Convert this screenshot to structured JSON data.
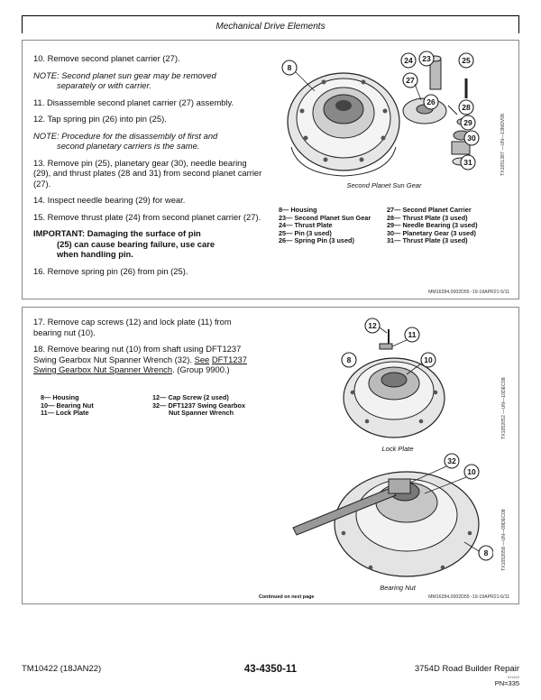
{
  "header": {
    "title": "Mechanical Drive Elements"
  },
  "section1": {
    "steps": [
      "10. Remove second planet carrier (27).",
      "11. Disassemble second planet carrier (27) assembly.",
      "12. Tap spring pin (26) into pin (25).",
      "13. Remove pin (25), planetary gear (30), needle bearing (29), and thrust plates (28 and 31) from second planet carrier (27).",
      "14. Inspect needle bearing (29) for wear.",
      "15. Remove thrust plate (24) from second planet carrier (27).",
      "16. Remove spring pin (26) from pin (25)."
    ],
    "note1": {
      "first": "NOTE: Second planet sun gear may be removed",
      "rest": "separately or with carrier."
    },
    "note2": {
      "first": "NOTE: Procedure for the disassembly of first and",
      "rest": "second planetary carriers is the same."
    },
    "important": {
      "label": "IMPORTANT:",
      "first": "Damaging the surface of pin",
      "rest1": "(25) can cause bearing failure, use care",
      "rest2": "when handling pin."
    },
    "figure_caption": "Second Planet Sun Gear",
    "figure_ref": "TX1051387 —UN—13NOV08",
    "callouts": [
      "8",
      "24",
      "23",
      "25",
      "27",
      "26",
      "28",
      "29",
      "30",
      "31"
    ],
    "legend_left": [
      "8— Housing",
      "23— Second Planet Sun Gear",
      "24— Thrust Plate",
      "25— Pin (3 used)",
      "26— Spring Pin (3 used)"
    ],
    "legend_right": [
      "27— Second Planet Carrier",
      "28— Thrust Plate (3 used)",
      "29— Needle Bearing (3 used)",
      "30— Planetary Gear (3 used)",
      "31— Thrust Plate (3 used)"
    ],
    "doc_ref": "MM16284,0002D55 -19-19APR21-5/11"
  },
  "section2": {
    "step17": "17. Remove cap screws (12) and lock plate (11) from bearing nut (10).",
    "step18_a": "18. Remove bearing nut (10) from shaft using DFT1237 Swing Gearbox Nut Spanner Wrench (32). ",
    "step18_link1": "See",
    "step18_link2": "DFT1237 Swing Gearbox Nut Spanner Wrench",
    "step18_b": ". (Group 9900.)",
    "legend_left": [
      "8— Housing",
      "10— Bearing Nut",
      "11— Lock Plate"
    ],
    "legend_right": [
      "12— Cap Screw (2 used)",
      "32— DFT1237 Swing Gearbox",
      "Nut Spanner Wrench"
    ],
    "fig1_caption": "Lock Plate",
    "fig1_ref": "TX1052052 —UN—10DEC08",
    "fig1_callouts": [
      "12",
      "11",
      "8",
      "10"
    ],
    "fig2_caption": "Bearing Nut",
    "fig2_ref": "TX1052058 —UN—09DEC08",
    "fig2_callouts": [
      "32",
      "10",
      "8"
    ],
    "continued": "Continued on next page",
    "doc_ref": "MM16284,0002D55 -19-19APR21-6/11"
  },
  "footer": {
    "left": "TM10422 (18JAN22)",
    "center": "43-4350-11",
    "right": "3754D Road Builder Repair",
    "tiny": "011422",
    "page": "PN=335"
  }
}
